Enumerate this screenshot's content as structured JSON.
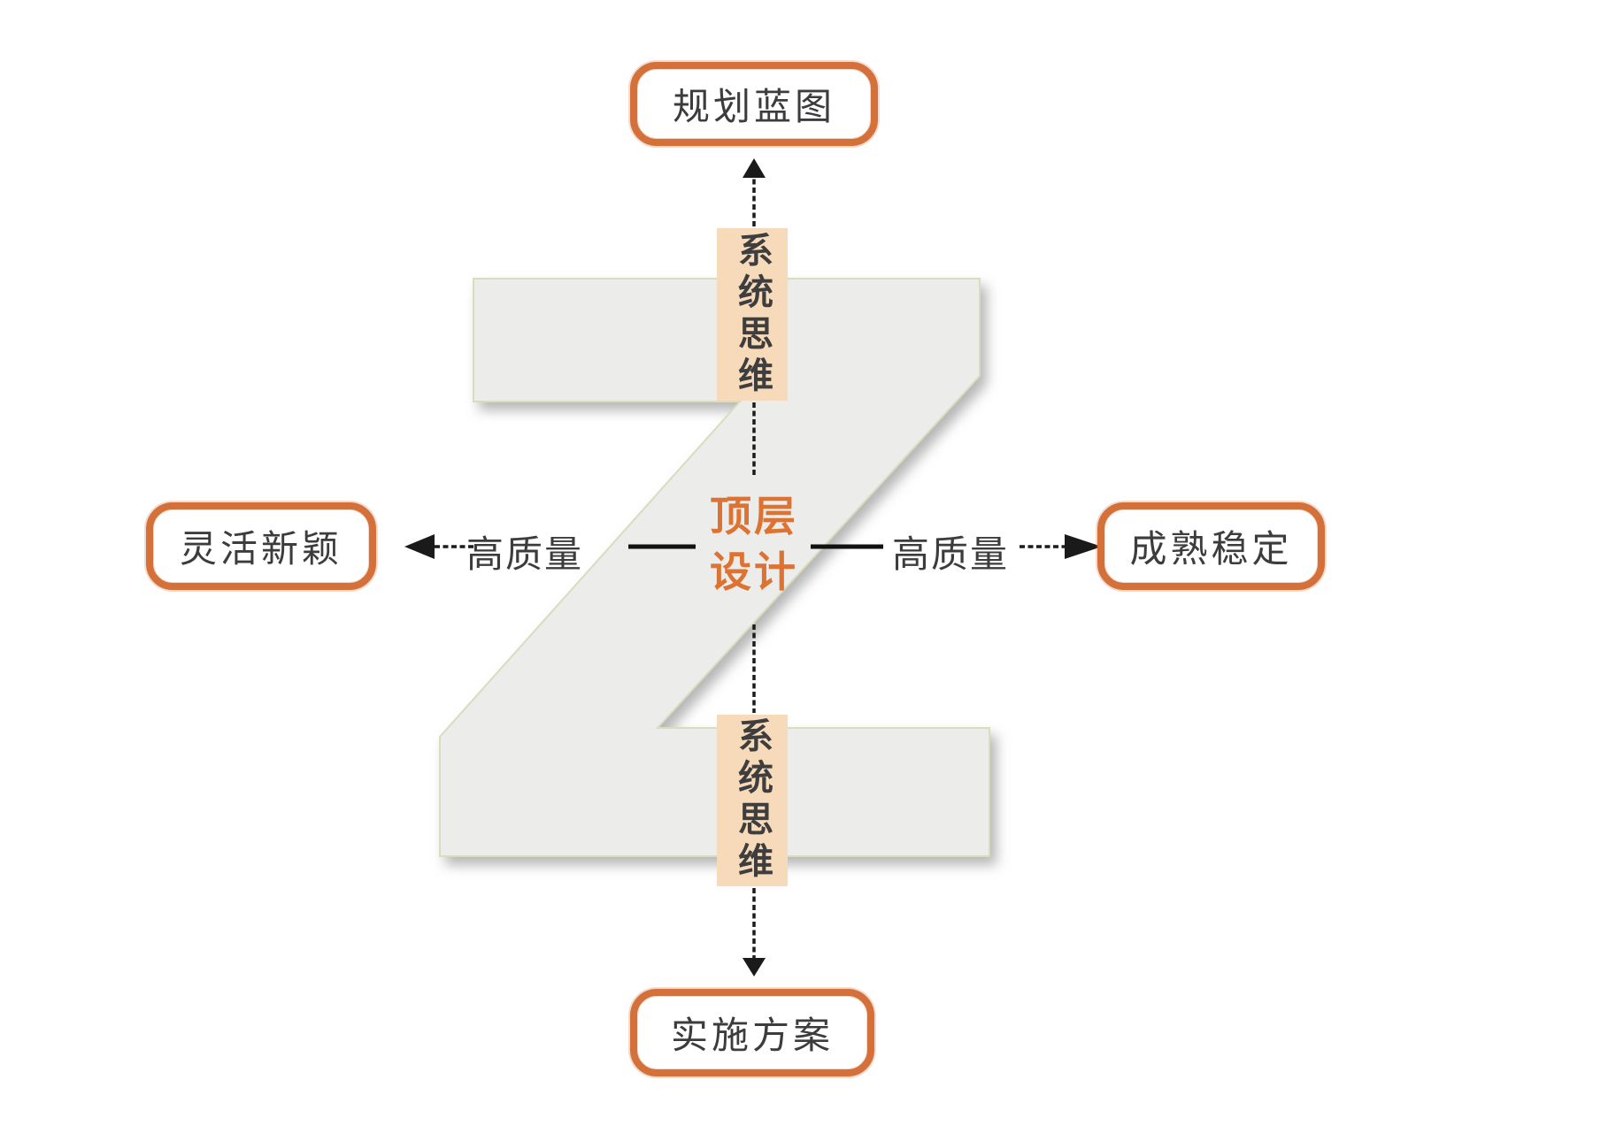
{
  "diagram": {
    "background_letter": "Z",
    "center": {
      "line1": "顶层",
      "line2": "设计"
    },
    "nodes": {
      "top": {
        "label": "规划蓝图"
      },
      "bottom": {
        "label": "实施方案"
      },
      "left": {
        "label": "灵活新颖"
      },
      "right": {
        "label": "成熟稳定"
      }
    },
    "edge_labels": {
      "vertical_top": "系统思维",
      "vertical_bottom": "系统思维",
      "horizontal_left": "高质量",
      "horizontal_right": "高质量"
    },
    "colors": {
      "accent_orange_border": "#d4713a",
      "center_text_orange": "#dc7332",
      "edge_label_background": "#f7daba",
      "z_letter_fill": "#ececeb",
      "z_letter_edge": "#d9dcbd",
      "dark_text": "#3c3c3c",
      "connector_black": "#1c1c1c"
    }
  }
}
